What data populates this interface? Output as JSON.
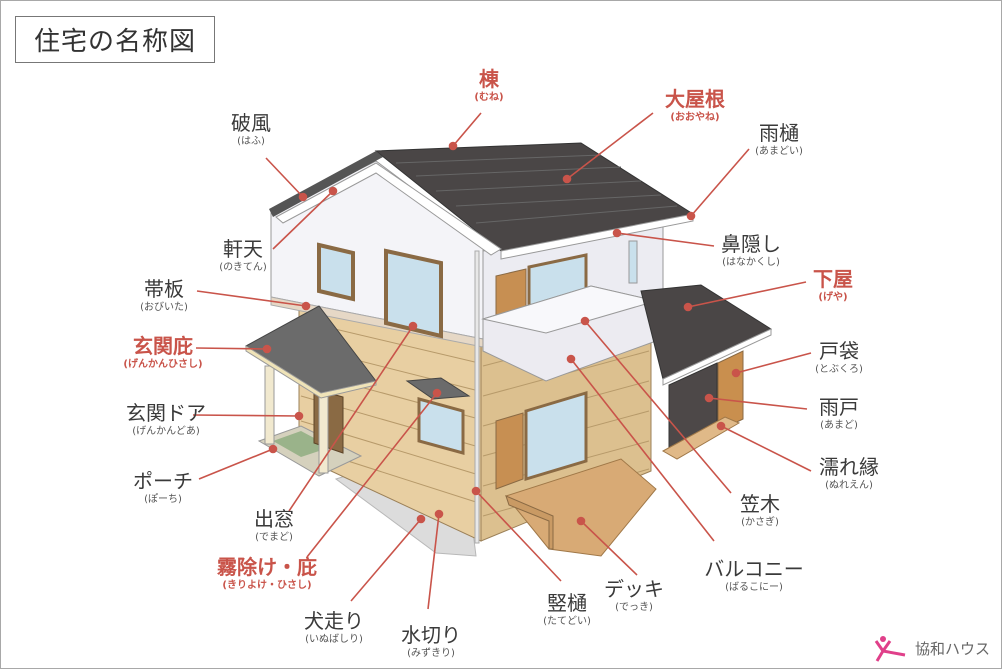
{
  "title": "住宅の名称図",
  "colors": {
    "accent": "#c9544a",
    "roof": "#4a4646",
    "wall_white": "#f4f4f8",
    "siding": "#e8cfa2",
    "wood": "#c98f4e",
    "logo": "#e0408a"
  },
  "labels": [
    {
      "id": "mune",
      "name": "棟",
      "reading": "(むね)",
      "highlight": true
    },
    {
      "id": "hafu",
      "name": "破風",
      "reading": "(はふ)",
      "highlight": false
    },
    {
      "id": "ooyane",
      "name": "大屋根",
      "reading": "(おおやね)",
      "highlight": true
    },
    {
      "id": "amadoi",
      "name": "雨樋",
      "reading": "(あまどい)",
      "highlight": false
    },
    {
      "id": "nokiten",
      "name": "軒天",
      "reading": "(のきてん)",
      "highlight": false
    },
    {
      "id": "hanakakushi",
      "name": "鼻隠し",
      "reading": "(はなかくし)",
      "highlight": false
    },
    {
      "id": "obiita",
      "name": "帯板",
      "reading": "(おびいた)",
      "highlight": false
    },
    {
      "id": "geya",
      "name": "下屋",
      "reading": "(げや)",
      "highlight": true
    },
    {
      "id": "genkanhisashi",
      "name": "玄関庇",
      "reading": "(げんかんひさし)",
      "highlight": true
    },
    {
      "id": "tobukuro",
      "name": "戸袋",
      "reading": "(とぶくろ)",
      "highlight": false
    },
    {
      "id": "genkandoor",
      "name": "玄関ドア",
      "reading": "(げんかんどあ)",
      "highlight": false
    },
    {
      "id": "amado",
      "name": "雨戸",
      "reading": "(あまど)",
      "highlight": false
    },
    {
      "id": "nureen",
      "name": "濡れ縁",
      "reading": "(ぬれえん)",
      "highlight": false
    },
    {
      "id": "porch",
      "name": "ポーチ",
      "reading": "(ぽーち)",
      "highlight": false
    },
    {
      "id": "kasagi",
      "name": "笠木",
      "reading": "(かさぎ)",
      "highlight": false
    },
    {
      "id": "demado",
      "name": "出窓",
      "reading": "(でまど)",
      "highlight": false
    },
    {
      "id": "balcony",
      "name": "バルコニー",
      "reading": "(ばるこにー)",
      "highlight": false
    },
    {
      "id": "kiriyoke",
      "name": "霧除け・庇",
      "reading": "(きりよけ・ひさし)",
      "highlight": true
    },
    {
      "id": "deck",
      "name": "デッキ",
      "reading": "(でっき)",
      "highlight": false
    },
    {
      "id": "tatedoi",
      "name": "竪樋",
      "reading": "(たてどい)",
      "highlight": false
    },
    {
      "id": "inubashiri",
      "name": "犬走り",
      "reading": "(いぬばしり)",
      "highlight": false
    },
    {
      "id": "mizukiri",
      "name": "水切り",
      "reading": "(みずきり)",
      "highlight": false
    }
  ],
  "logo": {
    "text": "協和ハウス",
    "mark": "Kyouwa House"
  }
}
